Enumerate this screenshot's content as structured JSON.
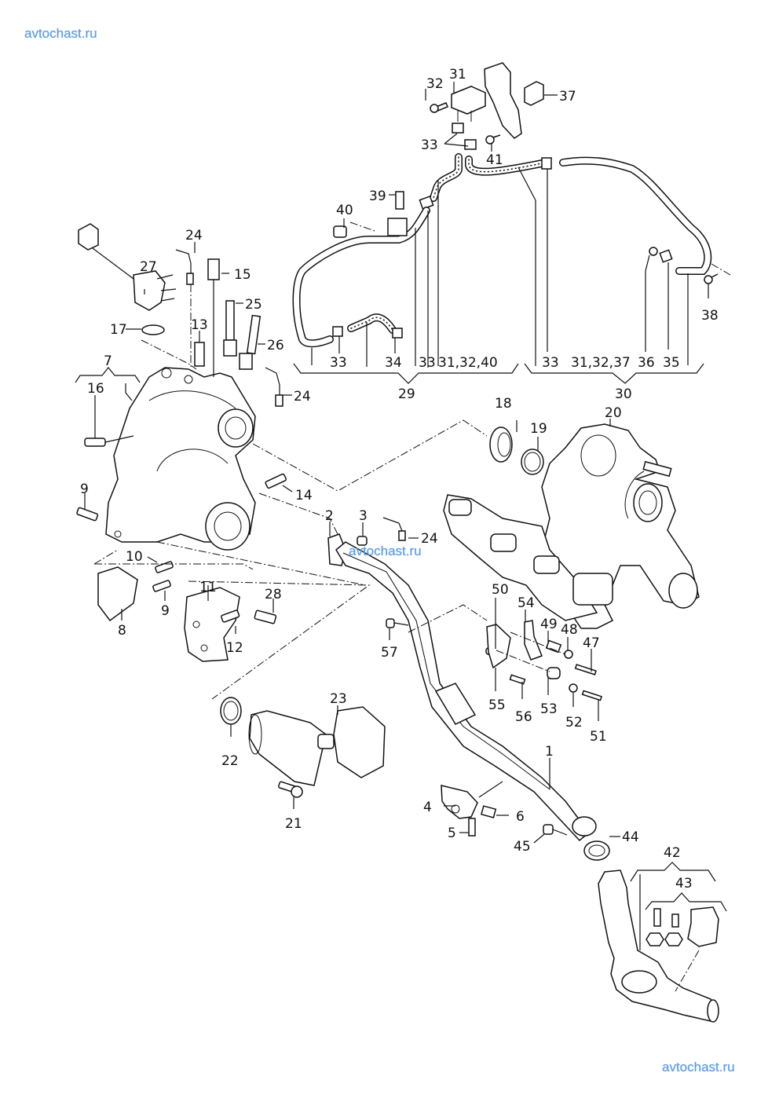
{
  "watermarks": {
    "top_left": "avtochast.ru",
    "middle": "avtochast.ru",
    "bottom_right": "avtochast.ru"
  },
  "colors": {
    "watermark": "#5b9be0",
    "lines": "#111111",
    "background": "#ffffff"
  },
  "callouts": [
    {
      "id": "1",
      "text": "1"
    },
    {
      "id": "2",
      "text": "2"
    },
    {
      "id": "3",
      "text": "3"
    },
    {
      "id": "4",
      "text": "4"
    },
    {
      "id": "5",
      "text": "5"
    },
    {
      "id": "6",
      "text": "6"
    },
    {
      "id": "7",
      "text": "7"
    },
    {
      "id": "8",
      "text": "8"
    },
    {
      "id": "9a",
      "text": "9"
    },
    {
      "id": "9b",
      "text": "9"
    },
    {
      "id": "10",
      "text": "10"
    },
    {
      "id": "11",
      "text": "11"
    },
    {
      "id": "12",
      "text": "12"
    },
    {
      "id": "13",
      "text": "13"
    },
    {
      "id": "14",
      "text": "14"
    },
    {
      "id": "15",
      "text": "15"
    },
    {
      "id": "16",
      "text": "16"
    },
    {
      "id": "17",
      "text": "17"
    },
    {
      "id": "18",
      "text": "18"
    },
    {
      "id": "19",
      "text": "19"
    },
    {
      "id": "20",
      "text": "20"
    },
    {
      "id": "21",
      "text": "21"
    },
    {
      "id": "22",
      "text": "22"
    },
    {
      "id": "23",
      "text": "23"
    },
    {
      "id": "24a",
      "text": "24"
    },
    {
      "id": "24b",
      "text": "24"
    },
    {
      "id": "24c",
      "text": "24"
    },
    {
      "id": "25",
      "text": "25"
    },
    {
      "id": "26",
      "text": "26"
    },
    {
      "id": "27",
      "text": "27"
    },
    {
      "id": "28",
      "text": "28"
    },
    {
      "id": "29",
      "text": "29"
    },
    {
      "id": "30",
      "text": "30"
    },
    {
      "id": "31",
      "text": "31"
    },
    {
      "id": "32",
      "text": "32"
    },
    {
      "id": "33a",
      "text": "33"
    },
    {
      "id": "33b",
      "text": "33"
    },
    {
      "id": "33c",
      "text": "33"
    },
    {
      "id": "33d",
      "text": "33"
    },
    {
      "id": "34",
      "text": "34"
    },
    {
      "id": "35",
      "text": "35"
    },
    {
      "id": "36",
      "text": "36"
    },
    {
      "id": "37",
      "text": "37"
    },
    {
      "id": "38",
      "text": "38"
    },
    {
      "id": "39",
      "text": "39"
    },
    {
      "id": "40",
      "text": "40"
    },
    {
      "id": "41",
      "text": "41"
    },
    {
      "id": "42",
      "text": "42"
    },
    {
      "id": "43",
      "text": "43"
    },
    {
      "id": "44",
      "text": "44"
    },
    {
      "id": "45",
      "text": "45"
    },
    {
      "id": "47",
      "text": "47"
    },
    {
      "id": "48",
      "text": "48"
    },
    {
      "id": "49",
      "text": "49"
    },
    {
      "id": "50",
      "text": "50"
    },
    {
      "id": "51",
      "text": "51"
    },
    {
      "id": "52",
      "text": "52"
    },
    {
      "id": "53",
      "text": "53"
    },
    {
      "id": "54",
      "text": "54"
    },
    {
      "id": "55",
      "text": "55"
    },
    {
      "id": "56",
      "text": "56"
    },
    {
      "id": "57",
      "text": "57"
    },
    {
      "id": "g29",
      "text": "31,32,40"
    },
    {
      "id": "g30",
      "text": "31,32,37"
    }
  ]
}
